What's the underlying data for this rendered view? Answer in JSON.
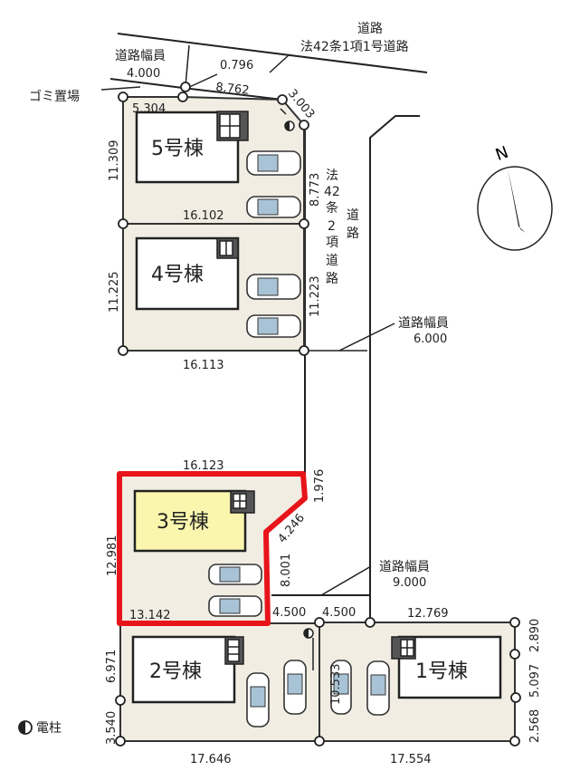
{
  "roads": {
    "top_road": "道路",
    "top_road_type": "法42条1項1号道路",
    "top_width_label": "道路幅員",
    "top_width": "4.000",
    "right_road_type": [
      "法",
      "42",
      "条",
      "2",
      "項",
      "道",
      "路"
    ],
    "right_road_suffix": [
      "道",
      "路"
    ],
    "mid_width_label": "道路幅員",
    "mid_width": "6.000",
    "lower_width_label": "道路幅員",
    "lower_width": "9.000"
  },
  "garbage_area": "ゴミ置場",
  "legend": {
    "pole_label": "電柱"
  },
  "compass": {
    "label": "N"
  },
  "houses": [
    {
      "name": "5号棟"
    },
    {
      "name": "4号棟"
    },
    {
      "name": "3号棟",
      "highlighted": true
    },
    {
      "name": "2号棟"
    },
    {
      "name": "1号棟"
    }
  ],
  "dimensions": {
    "d0796": "0.796",
    "d8762": "8.762",
    "d3003": "3.003",
    "d5304": "5.304",
    "d11309": "11.309",
    "d8773": "8.773",
    "d16102": "16.102",
    "d11225": "11.225",
    "d11223": "11.223",
    "d16113": "16.113",
    "d16123": "16.123",
    "d1976": "1.976",
    "d4246": "4.246",
    "d12981": "12.981",
    "d8001": "8.001",
    "d13142": "13.142",
    "d4500a": "4.500",
    "d4500b": "4.500",
    "d12769": "12.769",
    "d2890": "2.890",
    "d5097": "5.097",
    "d2568": "2.568",
    "d6971": "6.971",
    "d3540": "3.540",
    "d10533": "10.533",
    "d17646": "17.646",
    "d17554": "17.554"
  },
  "colors": {
    "highlight": "#e8141b",
    "house3_fill": "#faf6ae",
    "lot_fill": "#f1ede2",
    "car_glass": "#a9c3d6"
  }
}
